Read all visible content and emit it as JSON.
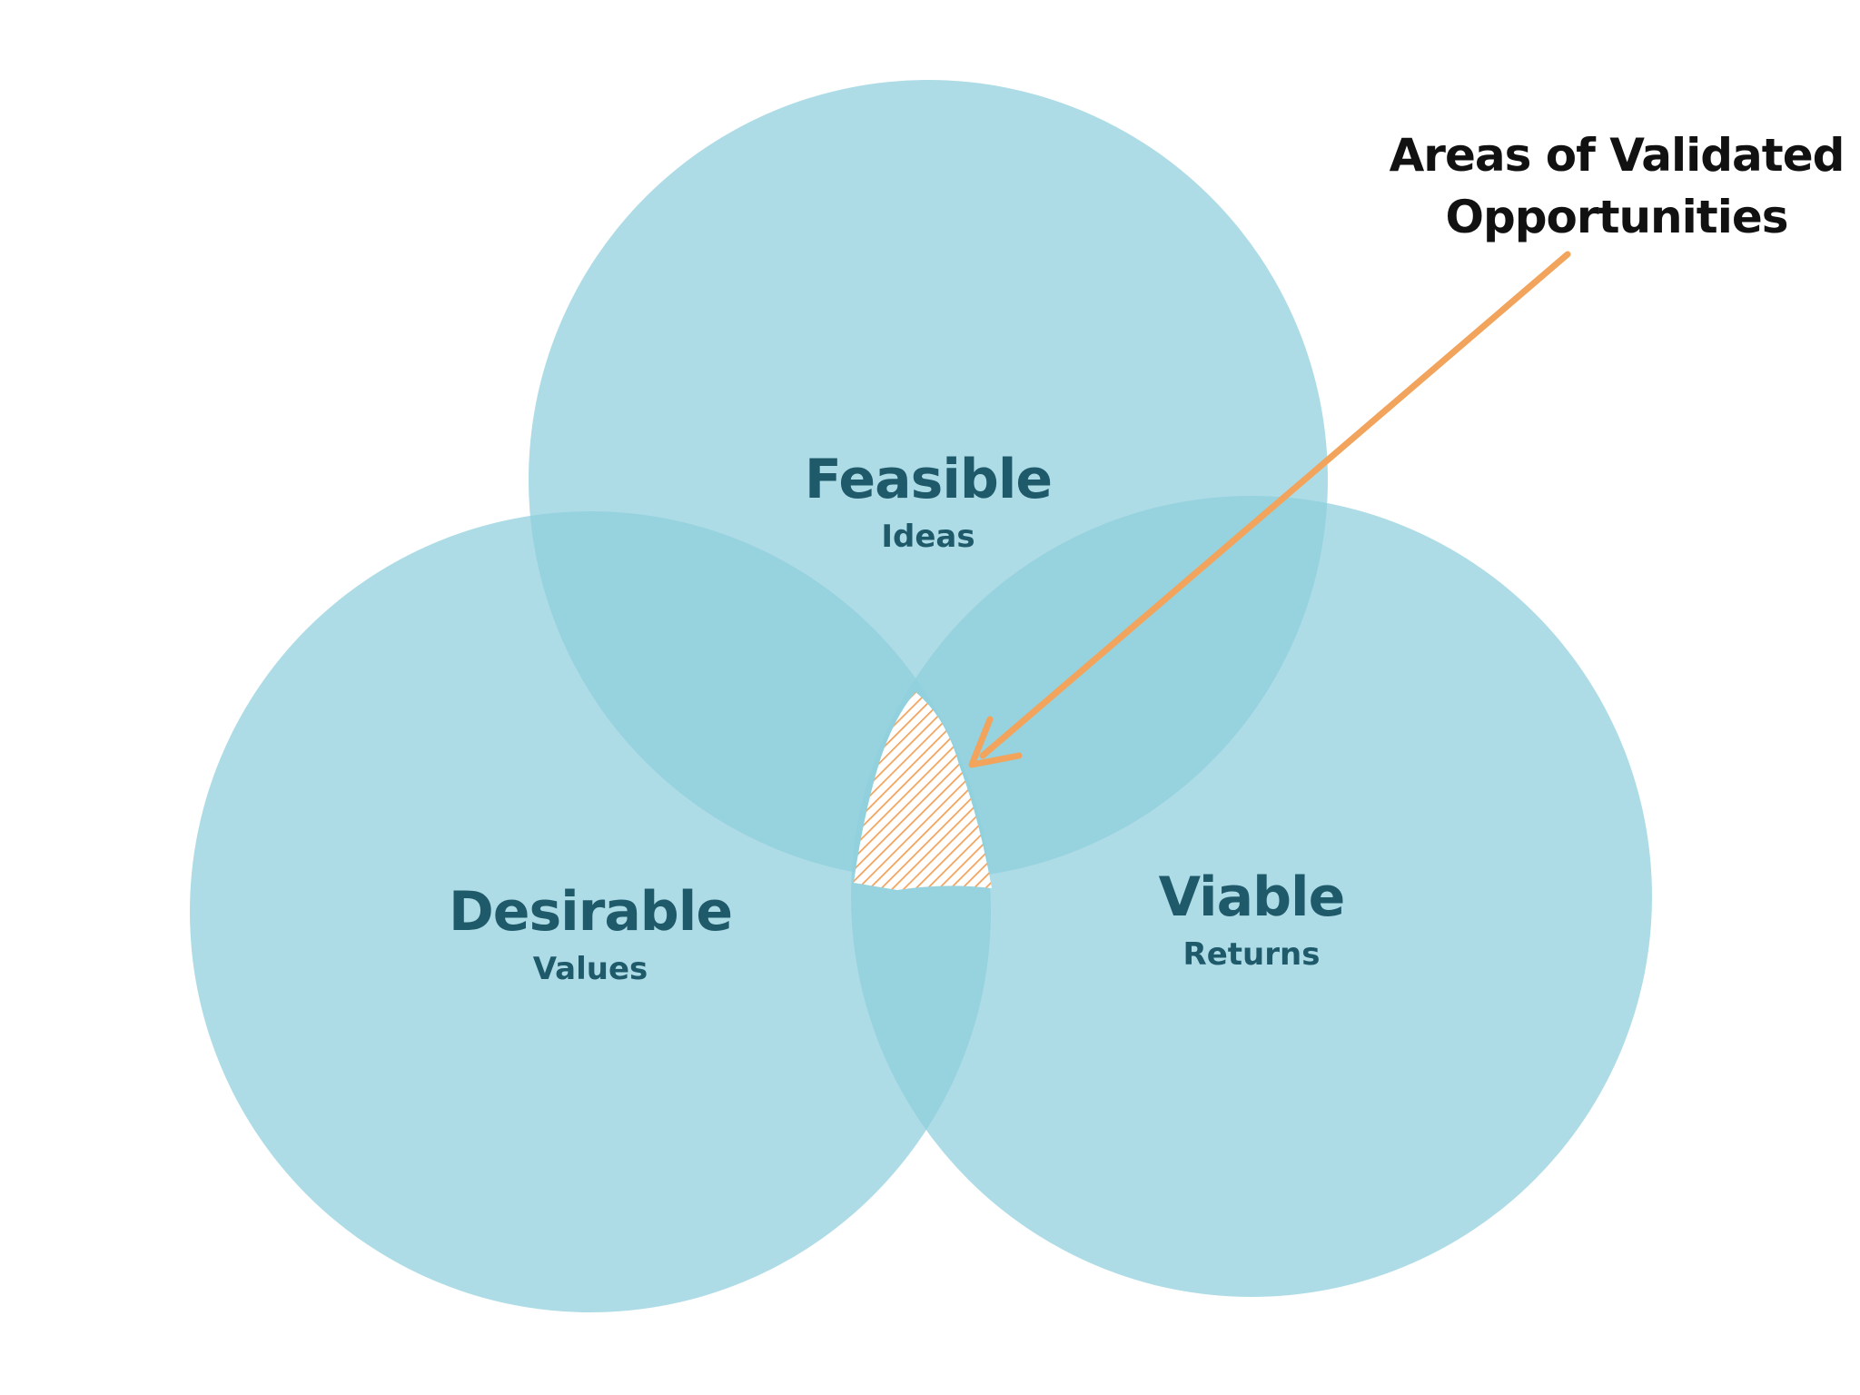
{
  "colors": {
    "circle_fill": "#8fcfdd",
    "circle_text": "#1f5a6b",
    "intersection_accent": "#f2a35c",
    "callout_text": "#111111",
    "background": "#ffffff"
  },
  "circles": [
    {
      "id": "feasible",
      "title": "Feasible",
      "subtitle": "Ideas"
    },
    {
      "id": "desirable",
      "title": "Desirable",
      "subtitle": "Values"
    },
    {
      "id": "viable",
      "title": "Viable",
      "subtitle": "Returns"
    }
  ],
  "callout": {
    "line1": "Areas of Validated",
    "line2": "Opportunities"
  }
}
